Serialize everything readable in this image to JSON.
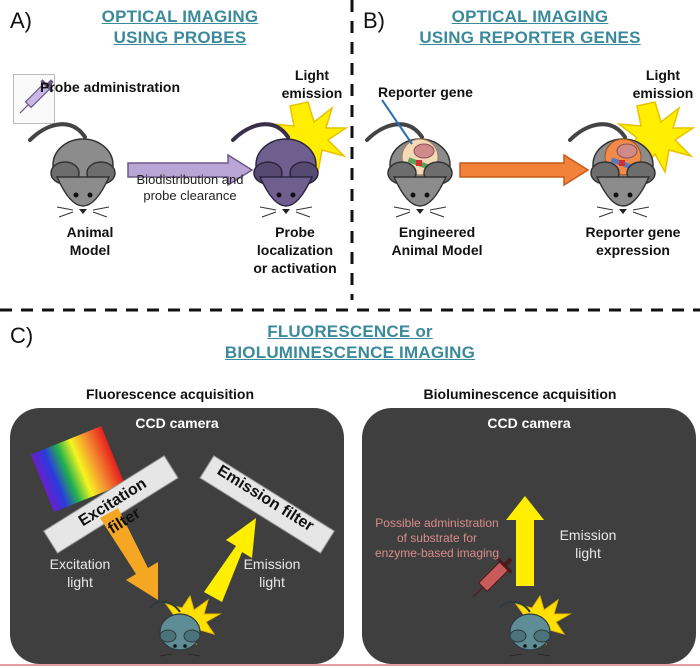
{
  "panel_a": {
    "label": "A)",
    "title_line1": "OPTICAL IMAGING",
    "title_line2": "USING PROBES",
    "probe_admin": "Probe administration",
    "light_emission_1": "Light",
    "light_emission_2": "emission",
    "arrow_text_1": "Biodistribution and",
    "arrow_text_2": "probe clearance",
    "animal_model_1": "Animal",
    "animal_model_2": "Model",
    "probe_loc_1": "Probe",
    "probe_loc_2": "localization",
    "probe_loc_3": "or activation"
  },
  "panel_b": {
    "label": "B)",
    "title_line1": "OPTICAL IMAGING",
    "title_line2": "USING REPORTER GENES",
    "reporter_gene": "Reporter gene",
    "light_emission_1": "Light",
    "light_emission_2": "emission",
    "engineered_1": "Engineered",
    "engineered_2": "Animal Model",
    "expression_1": "Reporter gene",
    "expression_2": "expression"
  },
  "panel_c": {
    "label": "C)",
    "title_line1": "FLUORESCENCE or",
    "title_line2": "BIOLUMINESCENCE IMAGING",
    "fluorescence": {
      "title": "Fluorescence acquisition",
      "camera": "CCD camera",
      "excitation_filter": "Excitation filter",
      "emission_filter": "Emission filter",
      "excitation_light_1": "Excitation",
      "excitation_light_2": "light",
      "emission_light_1": "Emission",
      "emission_light_2": "light"
    },
    "bioluminescence": {
      "title": "Bioluminescence acquisition",
      "camera": "CCD camera",
      "substrate_1": "Possible administration",
      "substrate_2": "of substrate for",
      "substrate_3": "enzyme-based imaging",
      "emission_light_1": "Emission",
      "emission_light_2": "light"
    }
  },
  "colors": {
    "heading": "#3b8a9c",
    "mouse_gray": "#8c8c8c",
    "mouse_purple": "#6e5f8e",
    "mouse_teal": "#5e8d96",
    "purple_arrow": "#b9a6d6",
    "orange_arrow": "#f2823a",
    "yellow": "#ffee00",
    "camera_box": "#3f3f3f"
  }
}
